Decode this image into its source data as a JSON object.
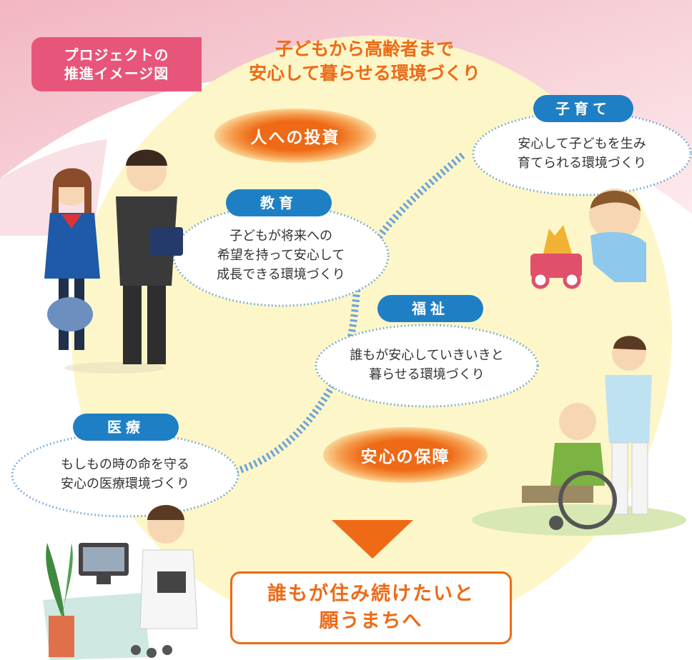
{
  "badge": {
    "line1": "プロジェクトの",
    "line2": "推進イメージ図"
  },
  "headline": {
    "line1": "子どもから高齢者まで",
    "line2": "安心して暮らせる環境づくり"
  },
  "themes": {
    "investment": "人への投資",
    "security": "安心の保障"
  },
  "sections": {
    "childcare": {
      "title": "子育て",
      "line1": "安心して子どもを生み",
      "line2": "育てられる環境づくり"
    },
    "education": {
      "title": "教育",
      "line1": "子どもが将来への",
      "line2": "希望を持って安心して",
      "line3": "成長できる環境づくり"
    },
    "welfare": {
      "title": "福祉",
      "line1": "誰もが安心していきいきと",
      "line2": "暮らせる環境づくり"
    },
    "medical": {
      "title": "医療",
      "line1": "もしもの時の命を守る",
      "line2": "安心の医療環境づくり"
    }
  },
  "goal": {
    "line1": "誰もが住み続けたいと",
    "line2": "願うまちへ"
  },
  "colors": {
    "accent_orange": "#ee6a16",
    "badge_pink": "#e8557a",
    "title_blue": "#1f7fc5",
    "dotted_blue": "#6aa3d8",
    "background_yellow": "#fdf6c8",
    "background_pink": "#f6cfd6"
  }
}
